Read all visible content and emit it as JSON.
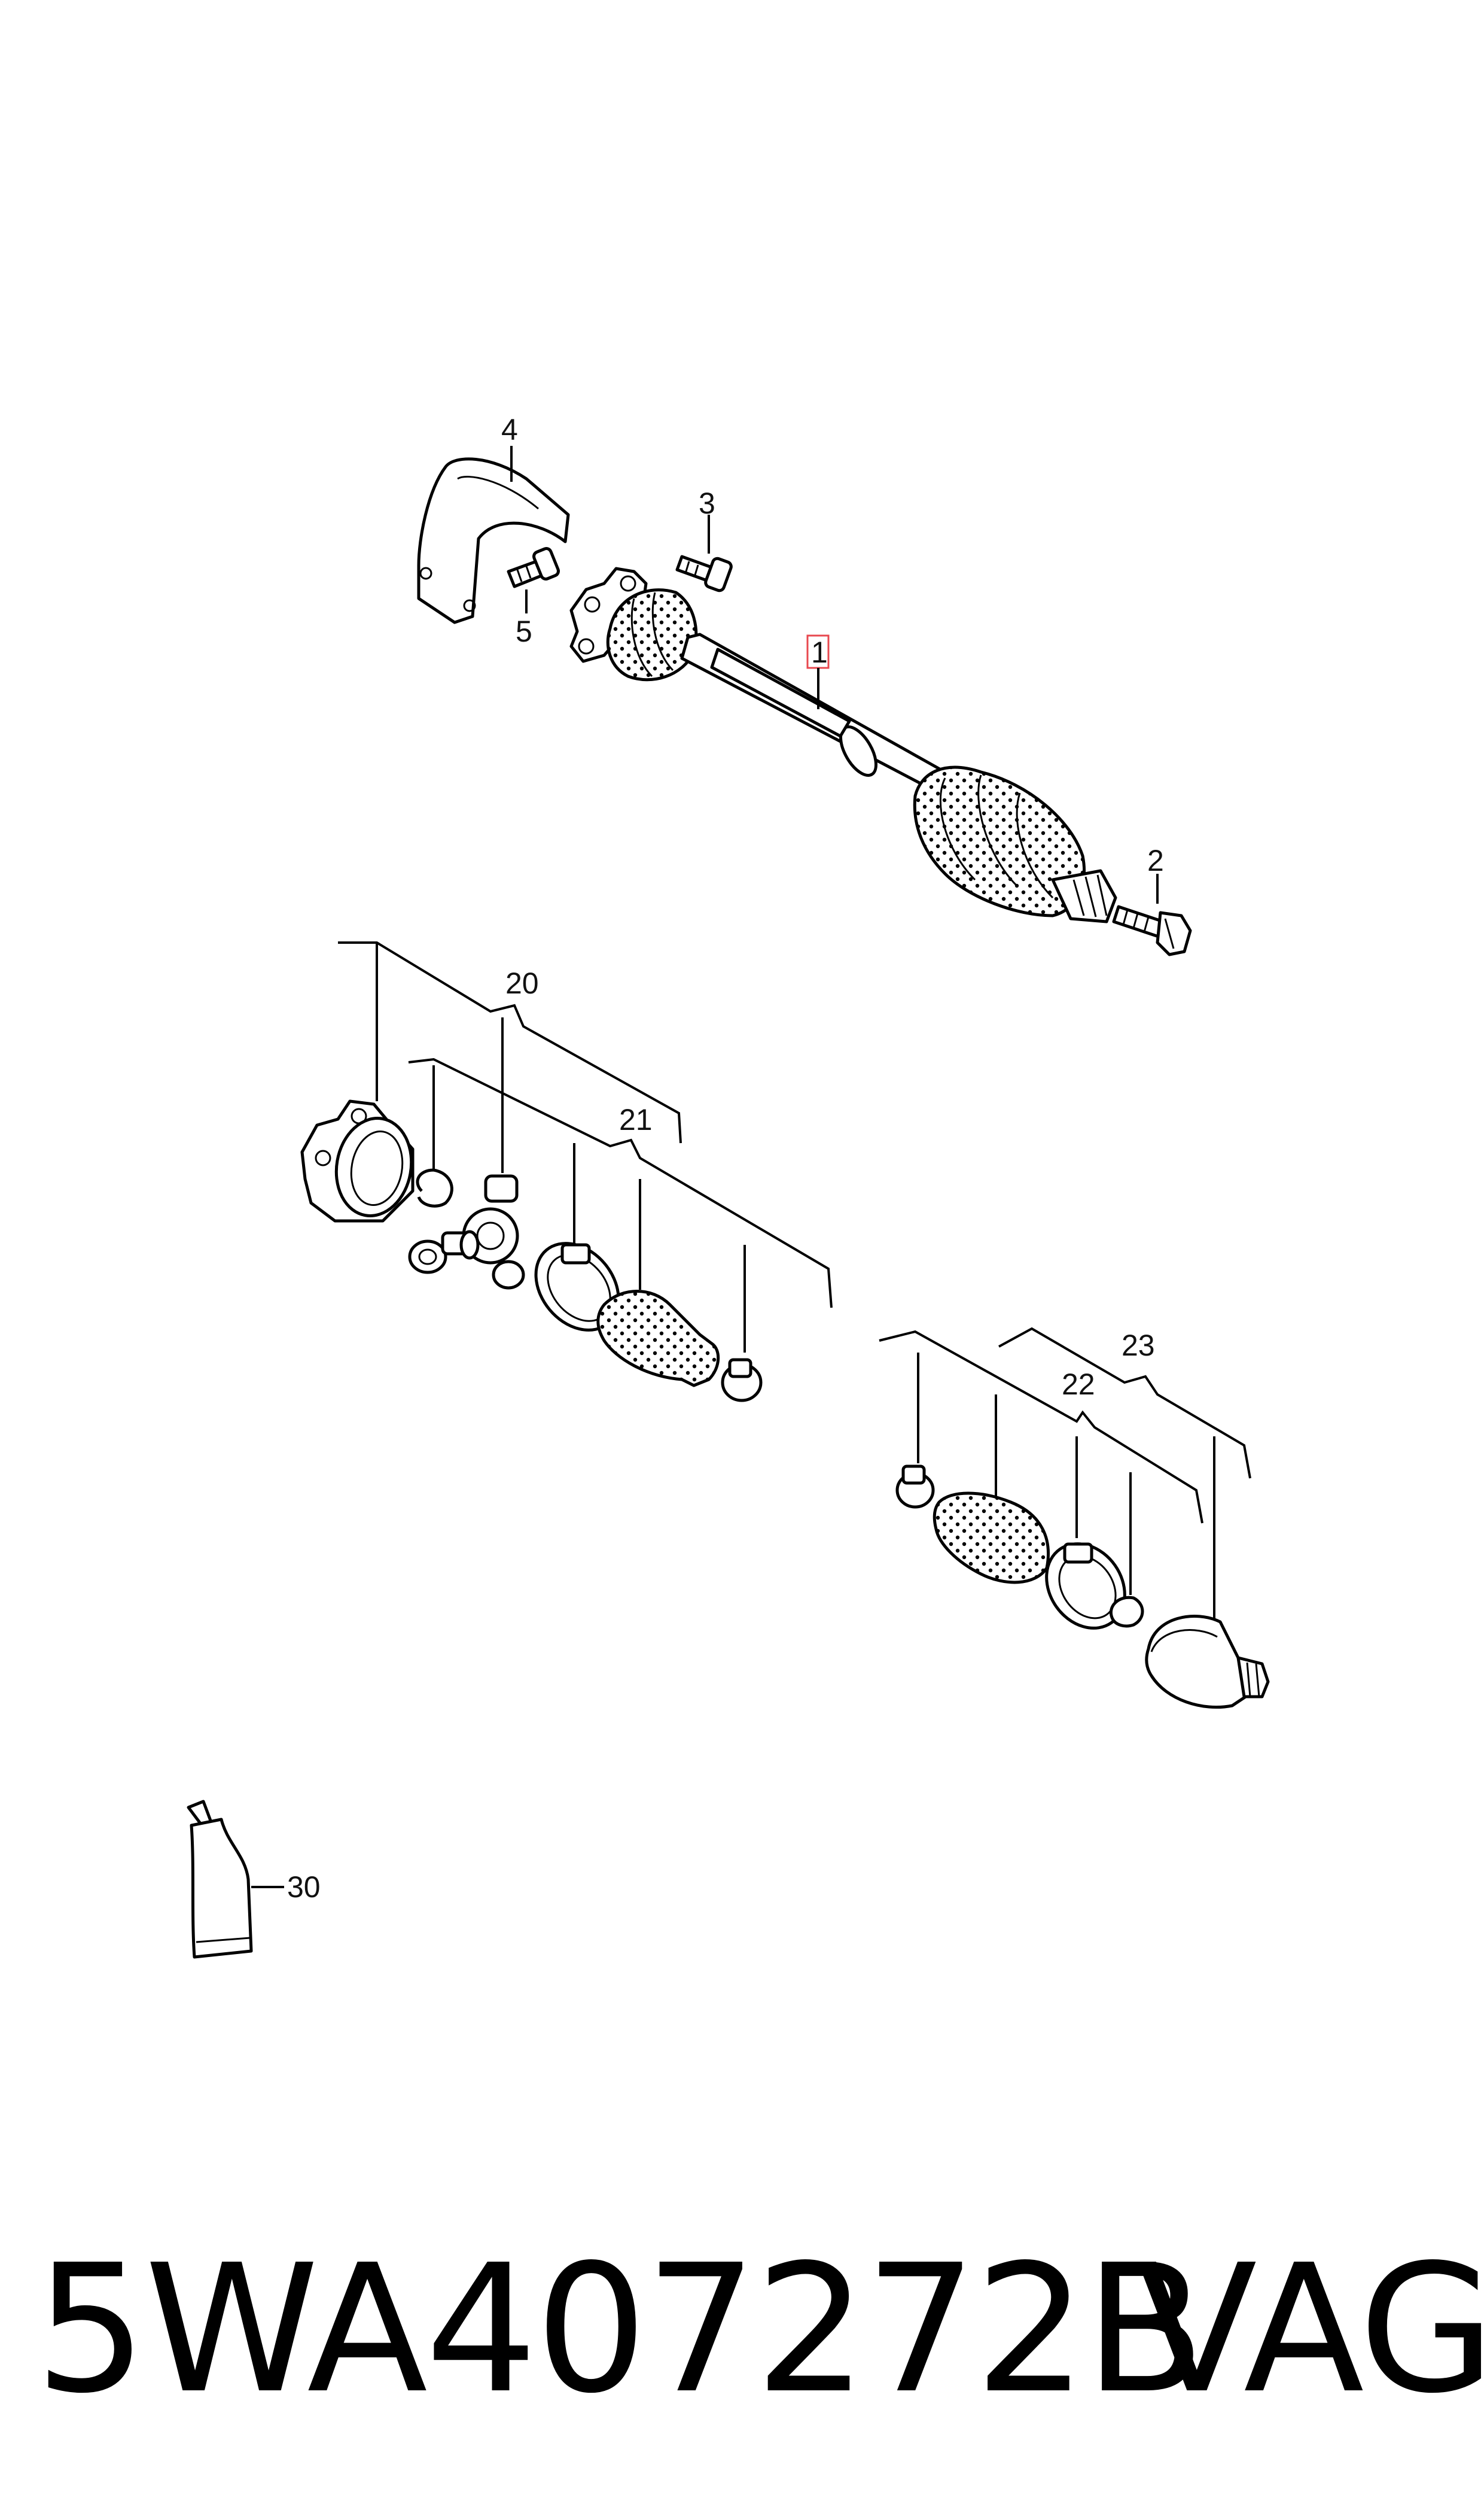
{
  "callouts": {
    "c1": "1",
    "c2": "2",
    "c3": "3",
    "c4": "4",
    "c5": "5",
    "c20": "20",
    "c21": "21",
    "c22": "22",
    "c23": "23",
    "c30": "30"
  },
  "footer": {
    "part_number": "5WA407272B",
    "brand": "VAG"
  },
  "colors": {
    "highlight_box": "#e8484f",
    "line": "#000000"
  }
}
